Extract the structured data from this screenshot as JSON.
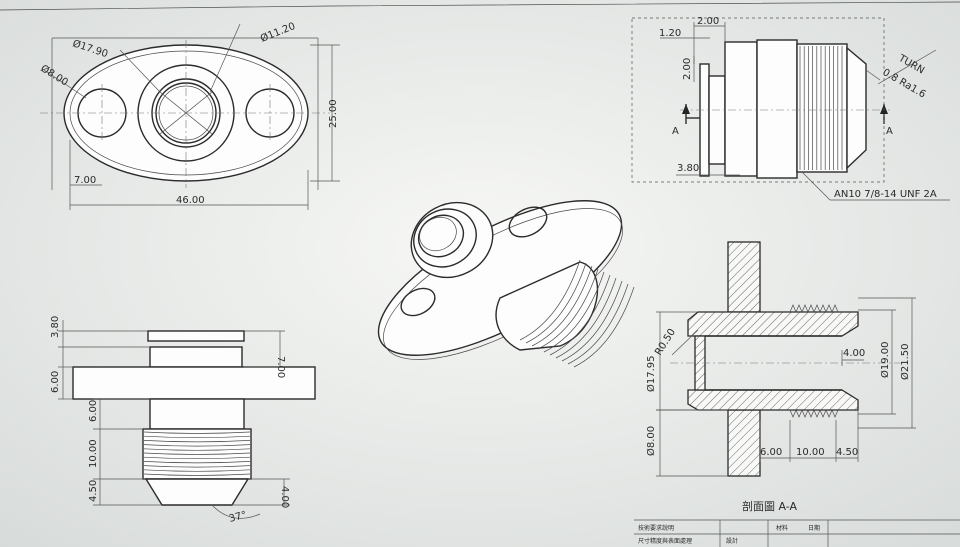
{
  "colors": {
    "paper": "#f4f5f3",
    "line": "#2b2b2b",
    "background": "#dfe3e1"
  },
  "top_view": {
    "dim_d1": "Ø17.90",
    "dim_d2": "Ø11.20",
    "dim_d3": "Ø8.00",
    "dim_height": "25.00",
    "dim_offset": "7.00",
    "dim_width": "46.00"
  },
  "side_view": {
    "dim_a": "1.20",
    "dim_b": "2.00",
    "dim_c": "2.00",
    "dim_d": "3.80",
    "section_left": "A",
    "section_right": "A",
    "note_turn": "TURN",
    "note_finish": "0.8 Ra1.6",
    "thread_callout": "AN10 7/8-14 UNF 2A"
  },
  "front_view": {
    "dim_top": "3.80",
    "dim_flange": "6.00",
    "dim_neck": "6.00",
    "dim_thread": "10.00",
    "dim_chamfer": "4.50",
    "dim_boss": "7.00",
    "dim_tip": "4.00",
    "dim_angle": "37°"
  },
  "section_view": {
    "dim_bore": "Ø17.95",
    "dim_radius": "R0.50",
    "dim_hole": "Ø8.00",
    "dim_inner": "Ø19.00",
    "dim_outer": "Ø21.50",
    "dim_depth": "4.00",
    "dim_x1": "6.00",
    "dim_x2": "10.00",
    "dim_x3": "4.50",
    "title": "剖面圖 A-A"
  },
  "title_block": {
    "row1_a": "技術要求說明",
    "row1_b": "材料",
    "row1_c": "日期",
    "row2_a": "尺寸精度與表面處理",
    "row2_b": "設計"
  }
}
